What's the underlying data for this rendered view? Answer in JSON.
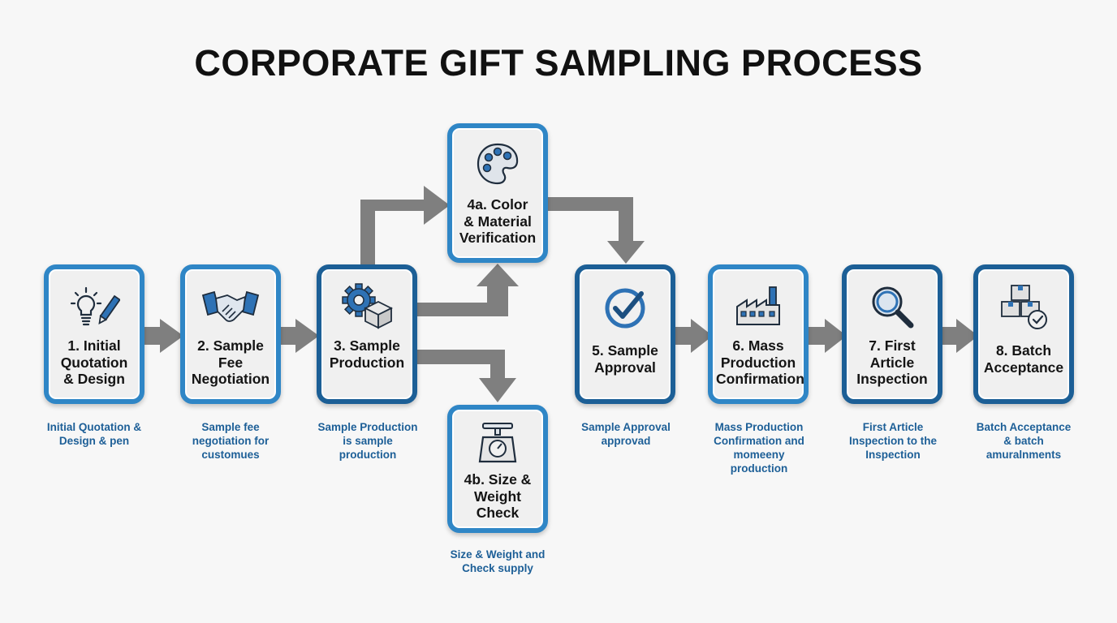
{
  "title": "CORPORATE GIFT SAMPLING PROCESS",
  "colors": {
    "box_border_light": "#2f86c6",
    "box_border_dark": "#1c5f96",
    "box_fill": "#f0f0f0",
    "arrow": "#7f7f7f",
    "icon_blue": "#2e72b5",
    "caption_text": "#1d5f97",
    "title_text": "#111111"
  },
  "steps": [
    {
      "id": "s1",
      "label": "1. Initial\nQuotation\n& Design",
      "caption": "Initial Quotation &\nDesign & pen",
      "icon": "lightbulb-pen-icon"
    },
    {
      "id": "s2",
      "label": "2. Sample\nFee\nNegotiation",
      "caption": "Sample fee\nnegotiation for\ncustomues",
      "icon": "handshake-icon"
    },
    {
      "id": "s3",
      "label": "3. Sample\nProduction",
      "caption": "Sample Production\nis sample\nproduction",
      "icon": "gear-box-icon"
    },
    {
      "id": "s4a",
      "label": "4a. Color\n& Material\nVerification",
      "caption": "",
      "icon": "palette-icon"
    },
    {
      "id": "s4b",
      "label": "4b. Size &\nWeight\nCheck",
      "caption": "Size & Weight and\nCheck supply",
      "icon": "scale-icon"
    },
    {
      "id": "s5",
      "label": "5. Sample\nApproval",
      "caption": "Sample Approval\napprovad",
      "icon": "checkmark-circle-icon"
    },
    {
      "id": "s6",
      "label": "6. Mass\nProduction\nConfirmation",
      "caption": "Mass Production\nConfirmation and\nmomeeny\nproduction",
      "icon": "factory-icon"
    },
    {
      "id": "s7",
      "label": "7. First\nArticle\nInspection",
      "caption": "First Article\nInspection to the\nInspection",
      "icon": "magnifier-icon"
    },
    {
      "id": "s8",
      "label": "8. Batch\nAcceptance",
      "caption": "Batch Acceptance\n& batch\namuralnments",
      "icon": "boxes-check-icon"
    }
  ]
}
